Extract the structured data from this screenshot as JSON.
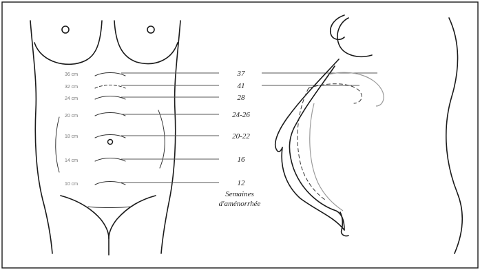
{
  "fundal_levels": [
    {
      "cm": "36 cm",
      "weeks": "37"
    },
    {
      "cm": "32 cm",
      "weeks": "41"
    },
    {
      "cm": "24 cm",
      "weeks": "28"
    },
    {
      "cm": "20 cm",
      "weeks": "24-26"
    },
    {
      "cm": "18 cm",
      "weeks": "20-22"
    },
    {
      "cm": "14 cm",
      "weeks": "16"
    },
    {
      "cm": "10 cm",
      "weeks": "12"
    }
  ],
  "caption": {
    "line1": "Semaines",
    "line2": "d'aménorrhée"
  },
  "colors": {
    "outline": "#1a1a1a",
    "guide": "#555555",
    "cm_text": "#777777"
  }
}
